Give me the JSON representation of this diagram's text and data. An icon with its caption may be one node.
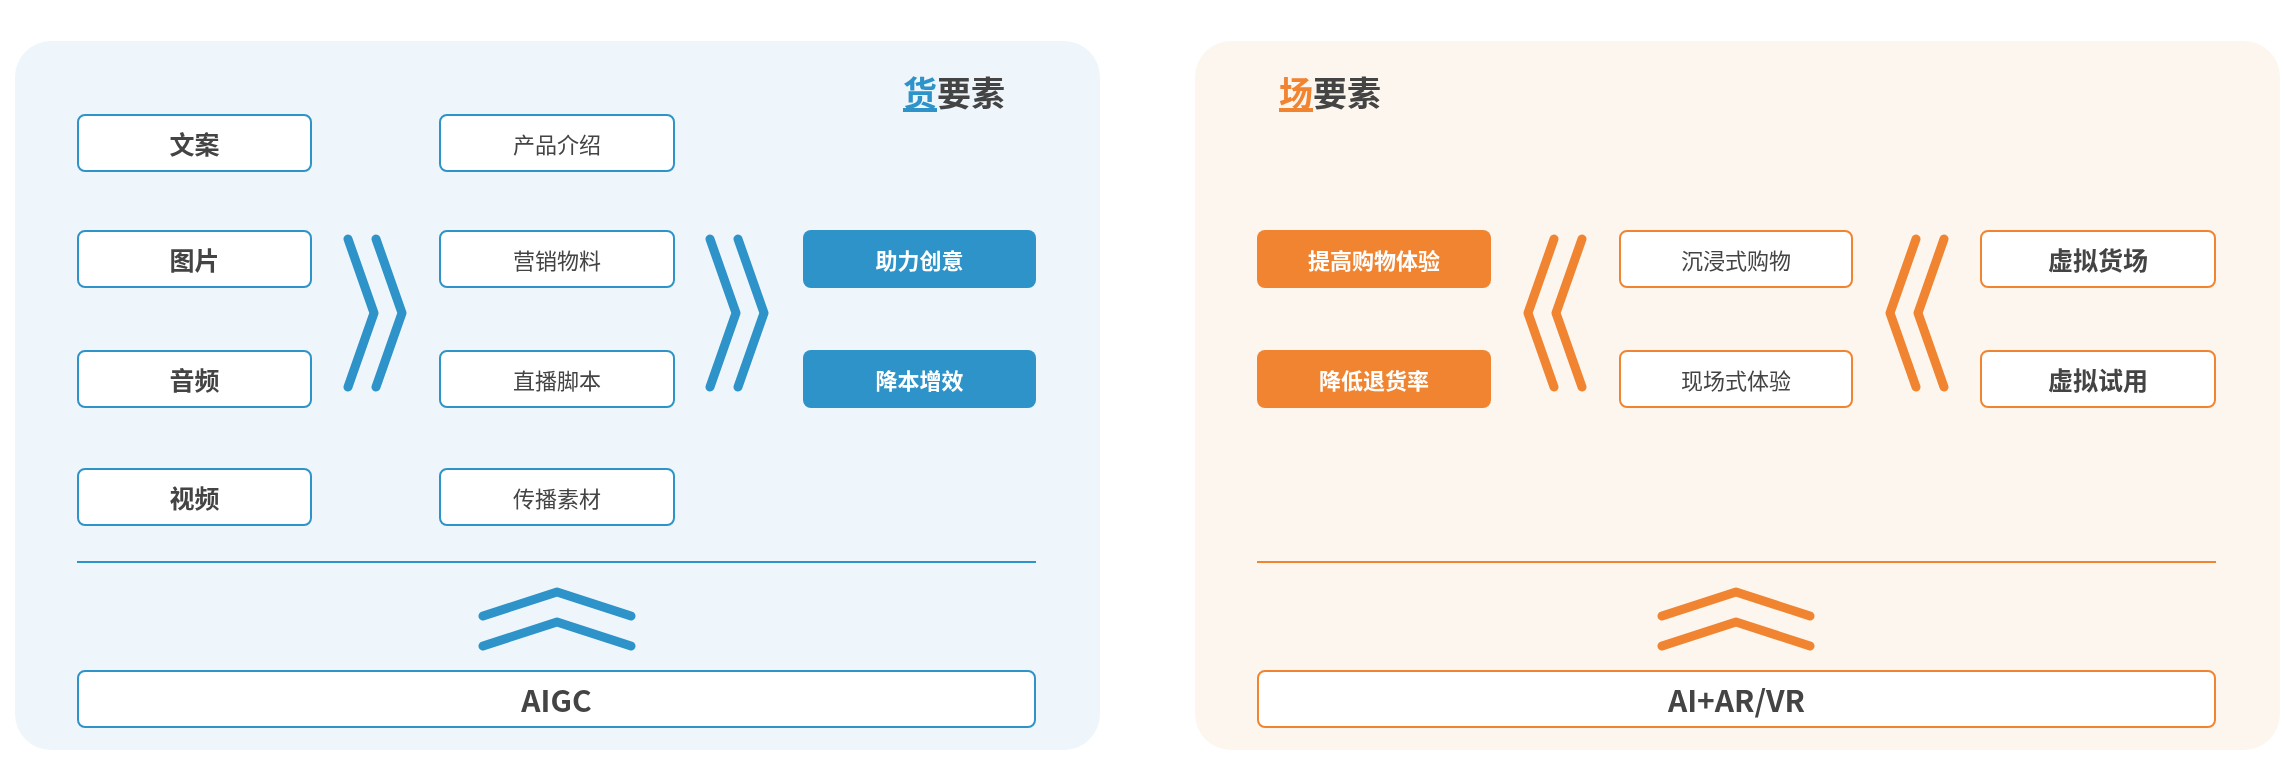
{
  "diagram": {
    "nodes": [
      {
        "text": [
          "货要素"
        ]
      },
      {
        "text": [
          "文案"
        ],
        "in": 0
      },
      {
        "text": [
          "图片"
        ],
        "in": 0
      },
      {
        "text": [
          "音频"
        ],
        "in": 0
      },
      {
        "text": [
          "视频"
        ],
        "in": 0
      },
      {
        "text": [
          "产品介绍"
        ],
        "in": 0
      },
      {
        "text": [
          "营销物料"
        ],
        "in": 0
      },
      {
        "text": [
          "直播脚本"
        ],
        "in": 0
      },
      {
        "text": [
          "传播素材"
        ],
        "in": 0
      },
      {
        "text": [
          "助力创意"
        ],
        "in": 0
      },
      {
        "text": [
          "降本增效"
        ],
        "in": 0
      },
      {
        "text": [
          "AIGC"
        ],
        "in": 0
      },
      {
        "text": [
          "场要素"
        ]
      },
      {
        "text": [
          "提高购物体验"
        ],
        "in": 12
      },
      {
        "text": [
          "降低退货率"
        ],
        "in": 12
      },
      {
        "text": [
          "沉浸式购物"
        ],
        "in": 12
      },
      {
        "text": [
          "现场式体验"
        ],
        "in": 12
      },
      {
        "text": [
          "虚拟货场"
        ],
        "in": 12
      },
      {
        "text": [
          "虚拟试用"
        ],
        "in": 12
      },
      {
        "text": [
          "AI+AR/VR"
        ],
        "in": 12
      }
    ]
  }
}
